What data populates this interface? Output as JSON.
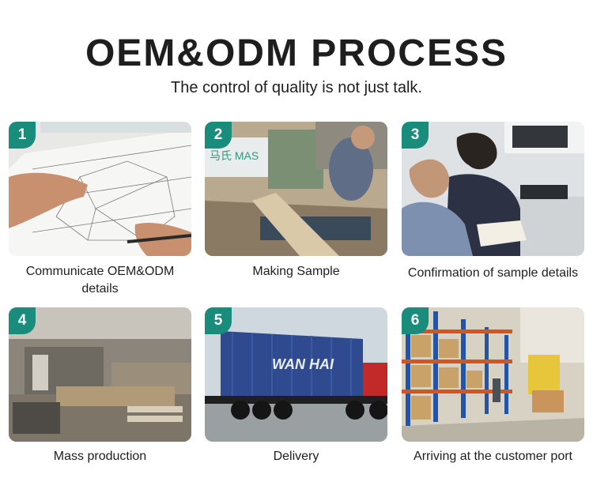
{
  "header": {
    "title": "OEM&ODM PROCESS",
    "subtitle": "The control of quality is not just talk."
  },
  "steps": [
    {
      "number": "1",
      "caption": "Communicate OEM&ODM details"
    },
    {
      "number": "2",
      "caption": "Making Sample",
      "sign_text": "马氏 MAS"
    },
    {
      "number": "3",
      "caption": "Confirmation of sample details"
    },
    {
      "number": "4",
      "caption": "Mass production"
    },
    {
      "number": "5",
      "caption": "Delivery",
      "truck_text": "WAN HAI"
    },
    {
      "number": "6",
      "caption": "Arriving at the customer port"
    }
  ],
  "colors": {
    "badge": "#1a8c7c"
  }
}
